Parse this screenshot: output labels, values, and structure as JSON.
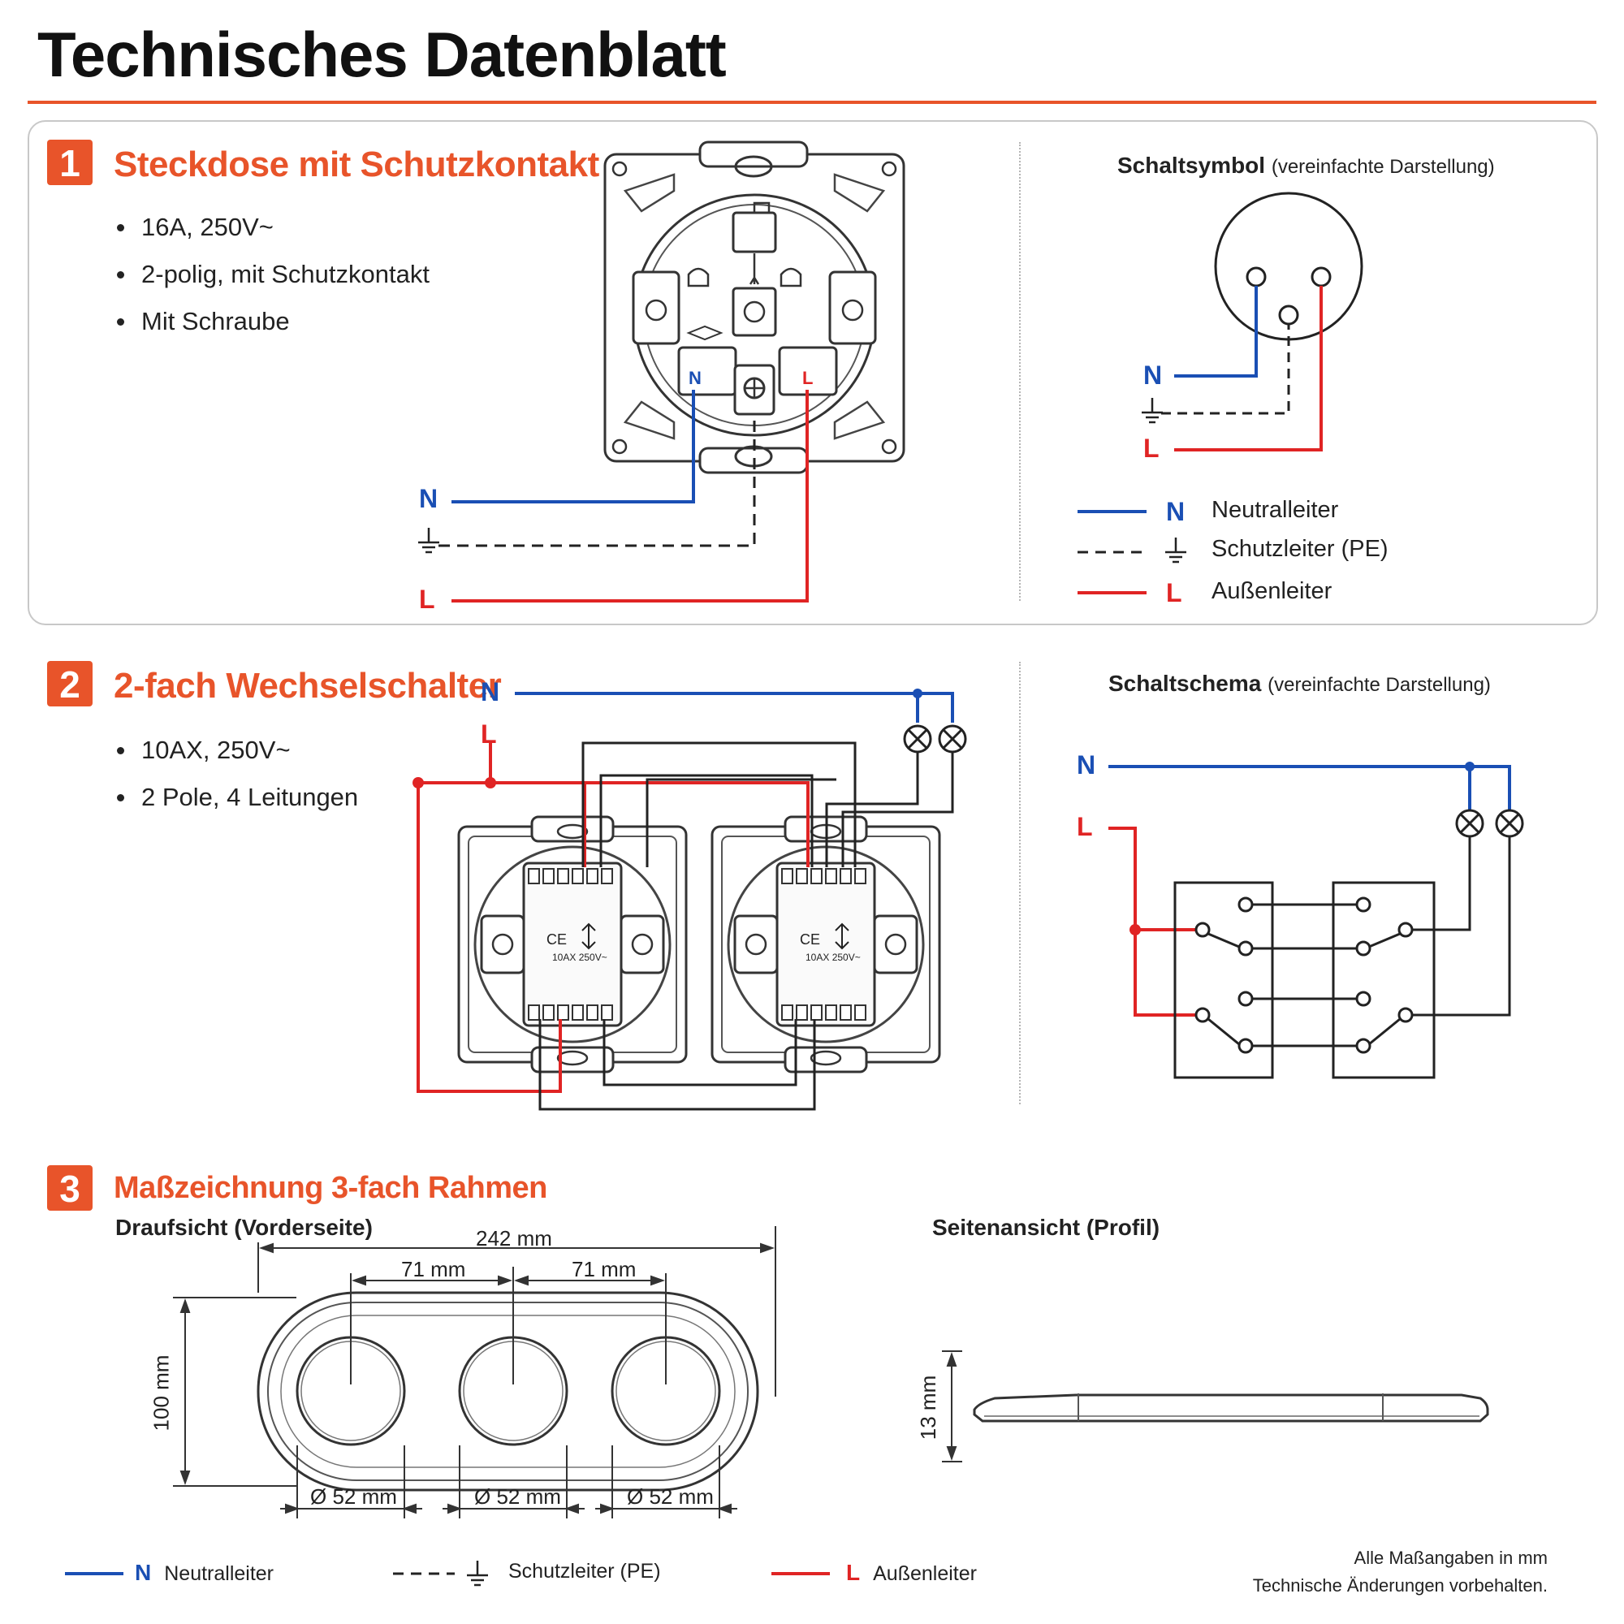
{
  "title": "Technisches Datenblatt",
  "colors": {
    "accent": "#e8542a",
    "neutral": "#1a4fb4",
    "phase": "#e02424",
    "earth": "#222222"
  },
  "sections": [
    {
      "number": "1",
      "title": "Steckdose mit Schutzkontakt",
      "bullets": [
        "16A, 250V~",
        "2-polig, mit Schutzkontakt",
        "Mit Schraube"
      ],
      "wire_labels": {
        "n": "N",
        "l": "L"
      },
      "symbol_heading": "Schaltsymbol",
      "symbol_heading_note": "(vereinfachte Darstellung)",
      "legend": [
        {
          "letter": "N",
          "label": "Neutralleiter"
        },
        {
          "letter": "",
          "label": "Schutzleiter (PE)"
        },
        {
          "letter": "L",
          "label": "Außenleiter"
        }
      ]
    },
    {
      "number": "2",
      "title": "2-fach Wechselschalter",
      "bullets": [
        "10AX, 250V~",
        "2 Pole, 4 Leitungen"
      ],
      "wire_labels": {
        "n": "N",
        "l": "L"
      },
      "module_rating": "10AX 250V~",
      "schema_heading": "Schaltschema",
      "schema_heading_note": "(vereinfachte Darstellung)"
    },
    {
      "number": "3",
      "title": "Maßzeichnung 3-fach Rahmen",
      "top_view_heading": "Draufsicht (Vorderseite)",
      "side_view_heading": "Seitenansicht (Profil)",
      "dims": {
        "width": "242 mm",
        "pitch_left": "71 mm",
        "pitch_right": "71 mm",
        "height": "100 mm",
        "dia_1": "Ø 52 mm",
        "dia_2": "Ø 52 mm",
        "dia_3": "Ø 52 mm",
        "depth": "13 mm"
      }
    }
  ],
  "footer": {
    "legend": [
      {
        "letter": "N",
        "label": "Neutralleiter"
      },
      {
        "letter": "",
        "label": "Schutzleiter (PE)"
      },
      {
        "letter": "L",
        "label": "Außenleiter"
      }
    ],
    "note_line1": "Alle Maßangaben in mm",
    "note_line2": "Technische Änderungen vorbehalten."
  }
}
